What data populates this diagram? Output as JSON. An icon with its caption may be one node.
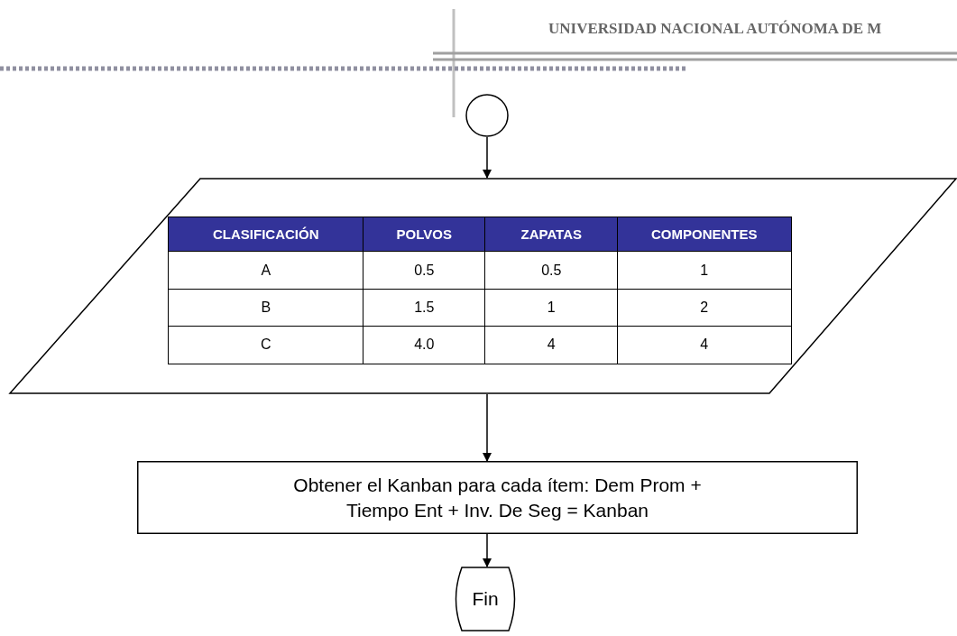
{
  "diagram": {
    "nodes": [
      {
        "text": [],
        "shape": "circle"
      },
      {
        "text": [],
        "shape": "parallelogram"
      },
      {
        "text": [
          "Obtener el Kanban para cada ítem: Dem Prom + Tiempo Ent + Inv. De Seg = Kanban"
        ]
      },
      {
        "text": [
          "Fin"
        ]
      }
    ],
    "edges": [
      {
        "from": 0,
        "to": 1,
        "arrow": "to"
      },
      {
        "from": 1,
        "to": 2,
        "arrow": "to"
      },
      {
        "from": 2,
        "to": 3,
        "arrow": "to"
      }
    ],
    "labels": [
      "UNIVERSIDAD NACIONAL AUTÓNOMA DE M",
      "CLASIFICACIÓN",
      "POLVOS",
      "ZAPATAS",
      "COMPONENTES",
      "A",
      "0.5",
      "0.5",
      "1",
      "B",
      "1.5",
      "1",
      "2",
      "C",
      "4.0",
      "4",
      "4"
    ]
  }
}
